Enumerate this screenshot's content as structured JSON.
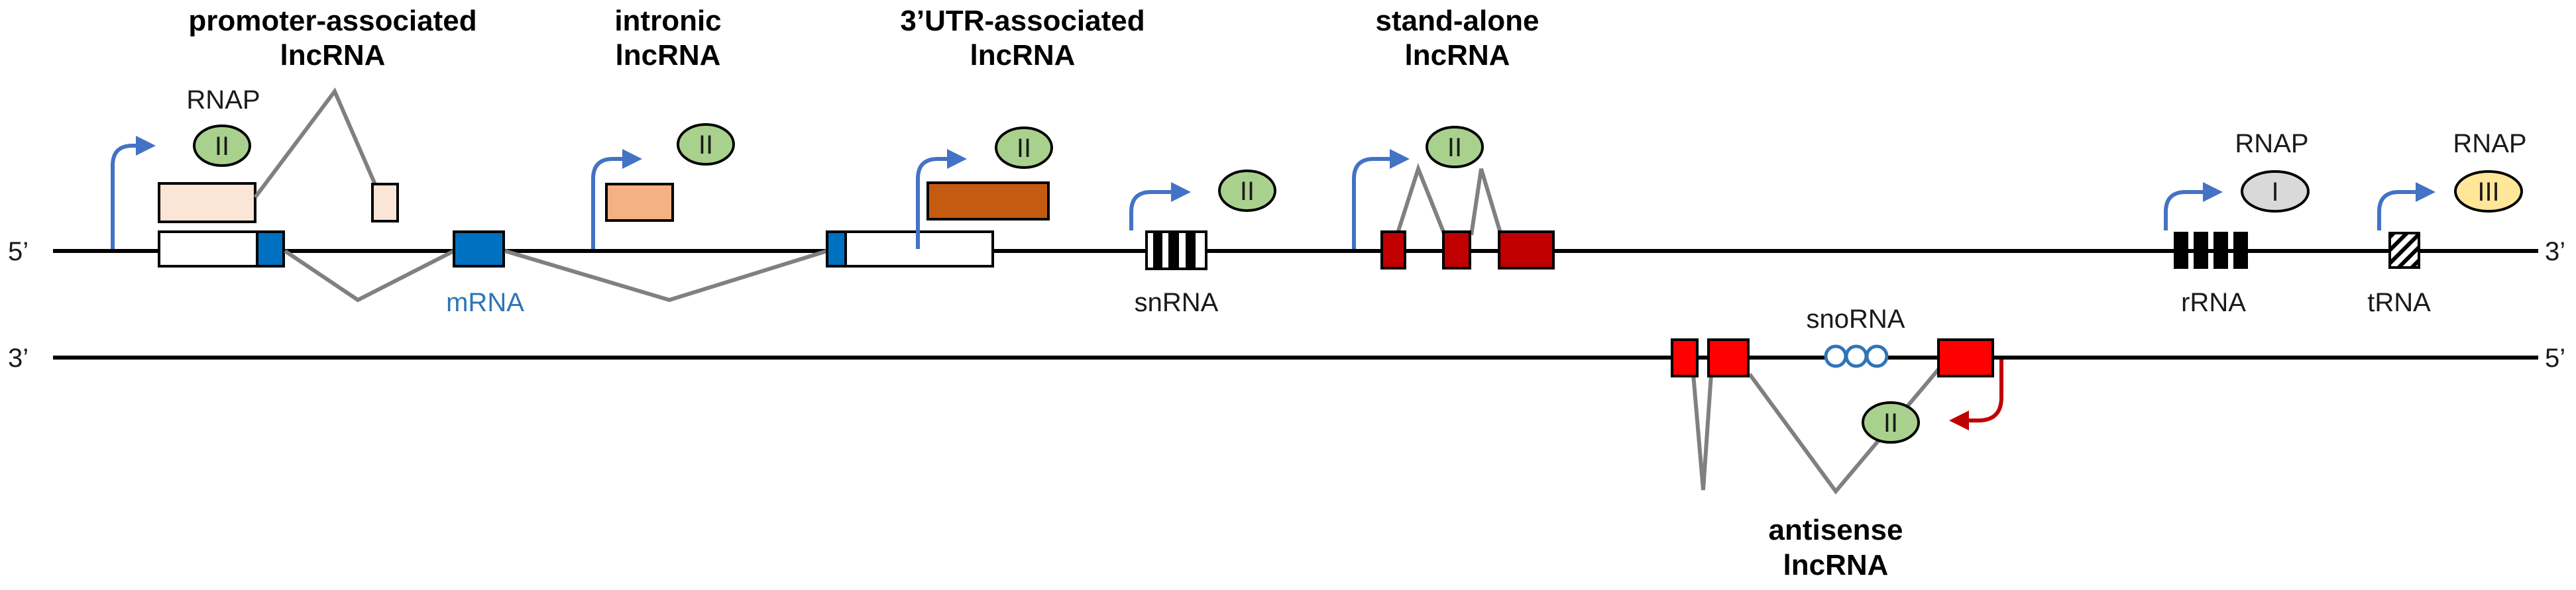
{
  "titles": {
    "promoter_line1": "promoter-associated",
    "promoter_line2": "lncRNA",
    "intronic_line1": "intronic",
    "intronic_line2": "lncRNA",
    "utr_line1": "3’UTR-associated",
    "utr_line2": "lncRNA",
    "standalone_line1": "stand-alone",
    "standalone_line2": "lncRNA",
    "antisense_line1": "antisense",
    "antisense_line2": "lncRNA"
  },
  "strands": {
    "top_left": "5’",
    "top_right": "3’",
    "bottom_left": "3’",
    "bottom_right": "5’"
  },
  "labels": {
    "rnap_promoter": "RNAP",
    "rnap_rrna": "RNAP",
    "rnap_trna": "RNAP",
    "mrna": "mRNA",
    "snrna": "snRNA",
    "snorna": "snoRNA",
    "rrna": "rRNA",
    "trna": "tRNA"
  },
  "polymerases": {
    "promoter": "II",
    "intronic": "II",
    "utr": "II",
    "snrna": "II",
    "standalone": "II",
    "antisense": "II",
    "rrna": "I",
    "trna": "III"
  },
  "colors": {
    "line": "#000000",
    "intron": "#808080",
    "arrow_blue": "#4472c4",
    "arrow_red": "#c00000",
    "mrna_exon": "#0070c0",
    "mrna_label": "#2e75b6",
    "promoter_lnc": "#fbe5d6",
    "intronic_lnc": "#f4b183",
    "utr_lnc": "#c55a11",
    "standalone_exon": "#c00000",
    "antisense_exon": "#ff0000",
    "pol_ii": "#a9d18e",
    "pol_i": "#d9d9d9",
    "pol_iii": "#ffe699",
    "snorna_ring": "#2e75b6"
  }
}
